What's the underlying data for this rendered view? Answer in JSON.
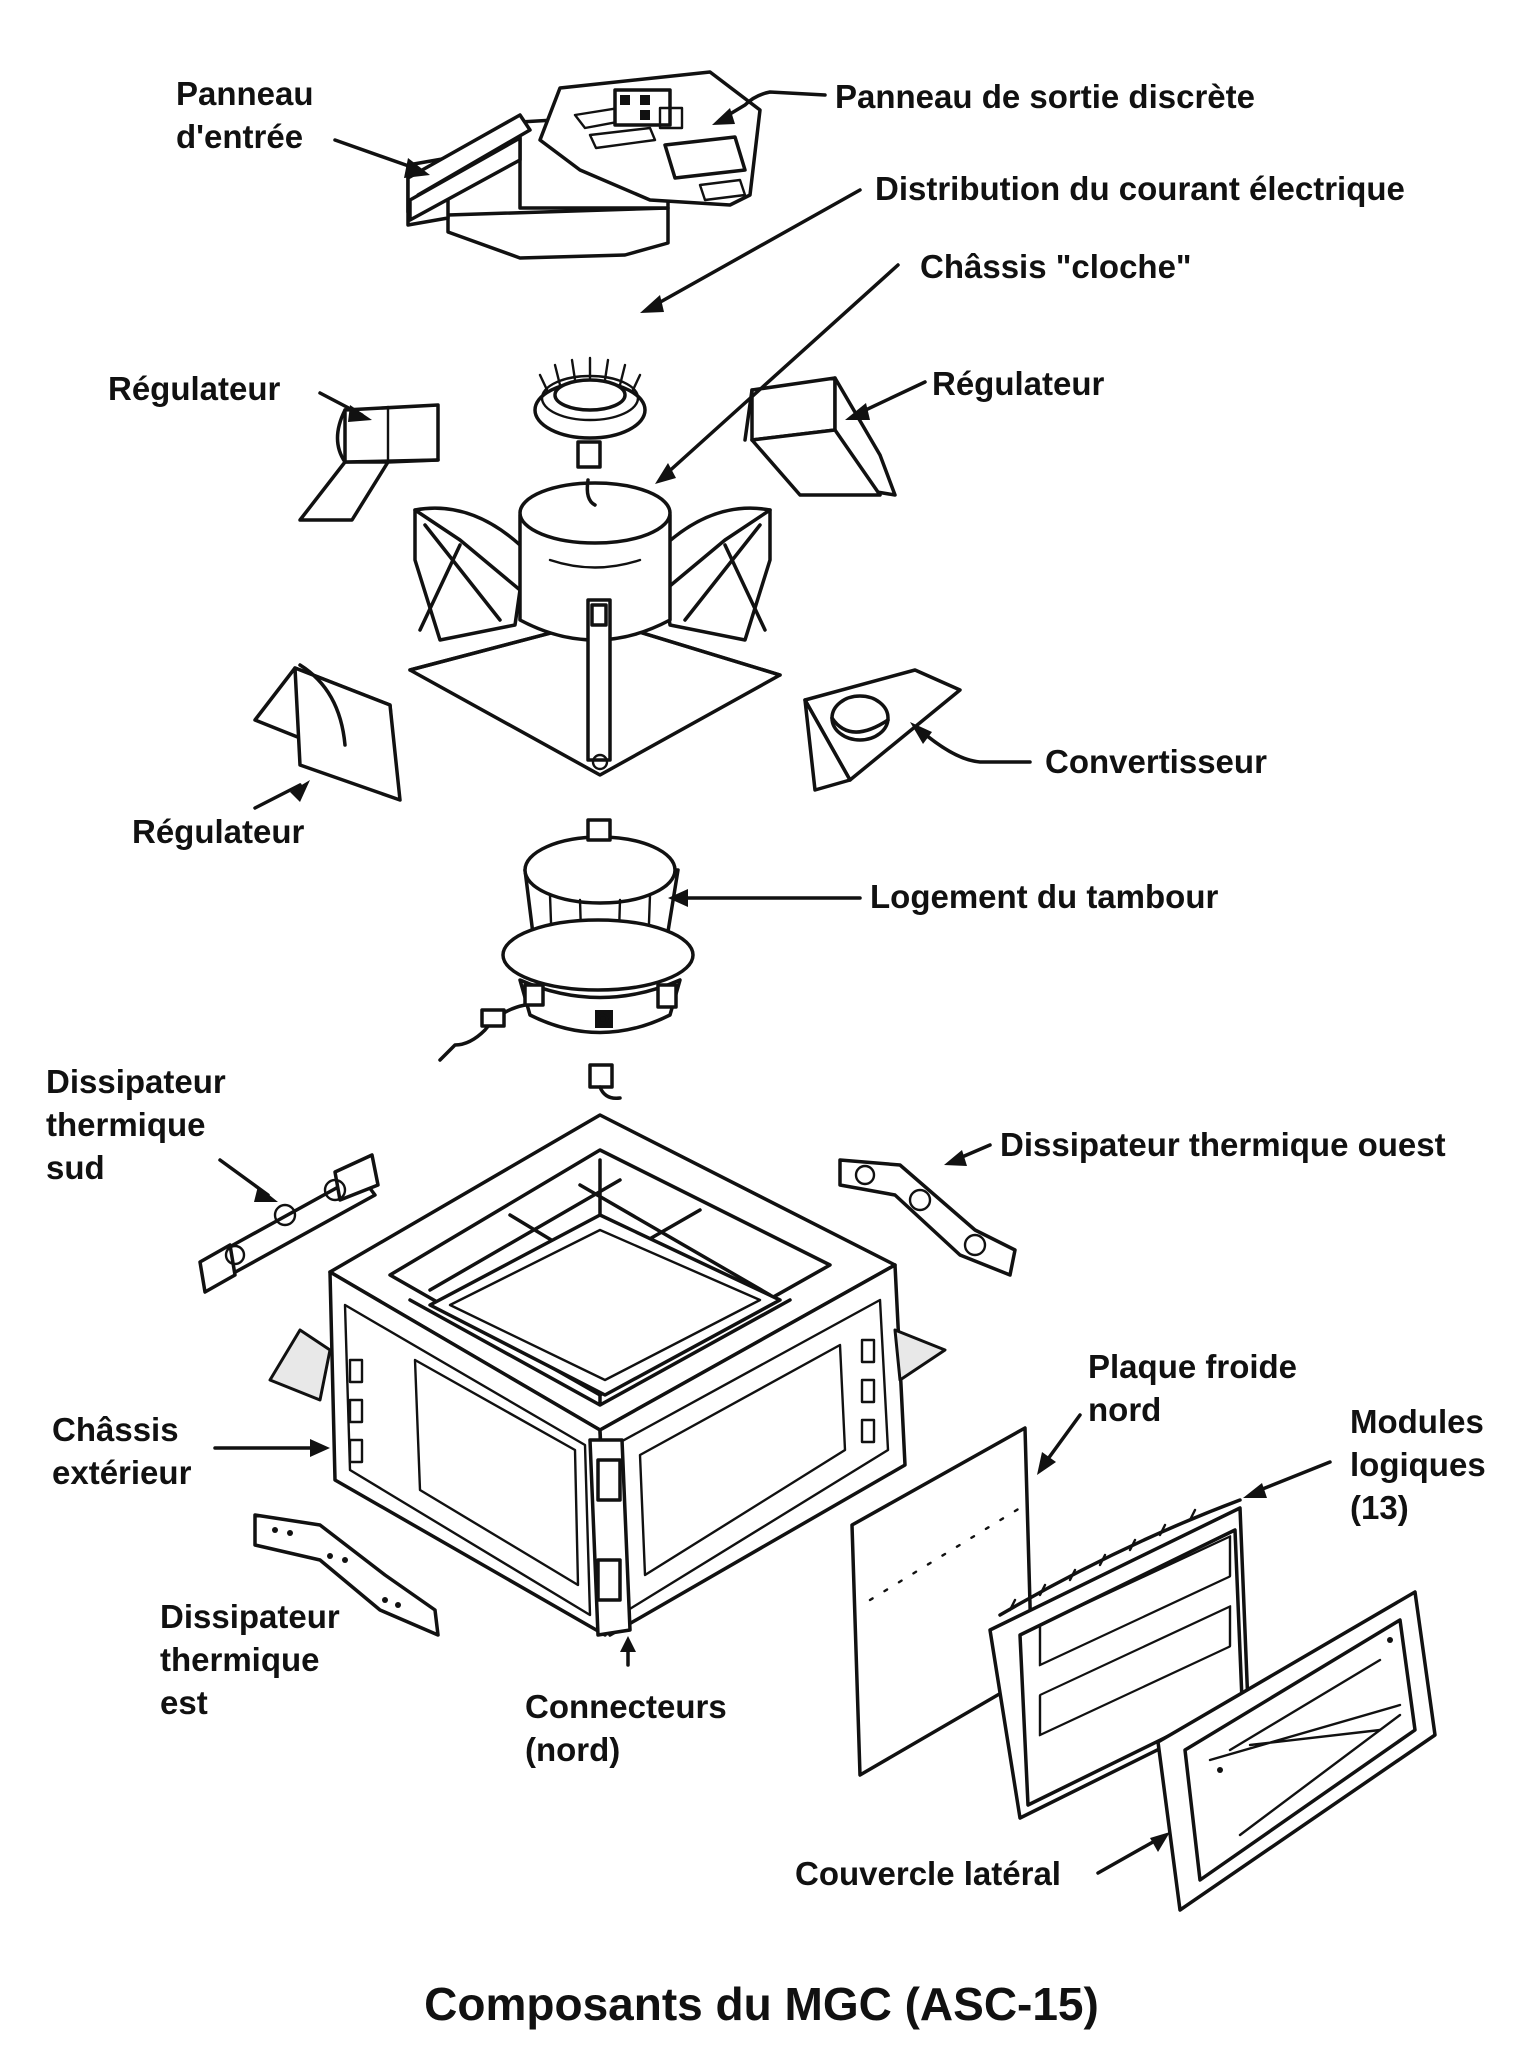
{
  "title": "Composants du MGC (ASC-15)",
  "labels": {
    "panneau_entree": [
      "Panneau",
      "d'entrée"
    ],
    "panneau_sortie": "Panneau de sortie discrète",
    "distribution": "Distribution du courant électrique",
    "chassis_cloche": "Châssis \"cloche\"",
    "regulateur_nw": "Régulateur",
    "regulateur_ne": "Régulateur",
    "regulateur_sw": "Régulateur",
    "convertisseur": "Convertisseur",
    "logement_tambour": "Logement du tambour",
    "dissipateur_sud": [
      "Dissipateur",
      "thermique",
      "sud"
    ],
    "dissipateur_ouest": "Dissipateur thermique ouest",
    "plaque_froide": [
      "Plaque froide",
      "nord"
    ],
    "chassis_exterieur": [
      "Châssis",
      "extérieur"
    ],
    "modules_logiques": [
      "Modules",
      "logiques",
      "(13)"
    ],
    "dissipateur_est": [
      "Dissipateur",
      "thermique",
      "est"
    ],
    "connecteurs": [
      "Connecteurs",
      "(nord)"
    ],
    "couvercle_lateral": "Couvercle latéral"
  }
}
